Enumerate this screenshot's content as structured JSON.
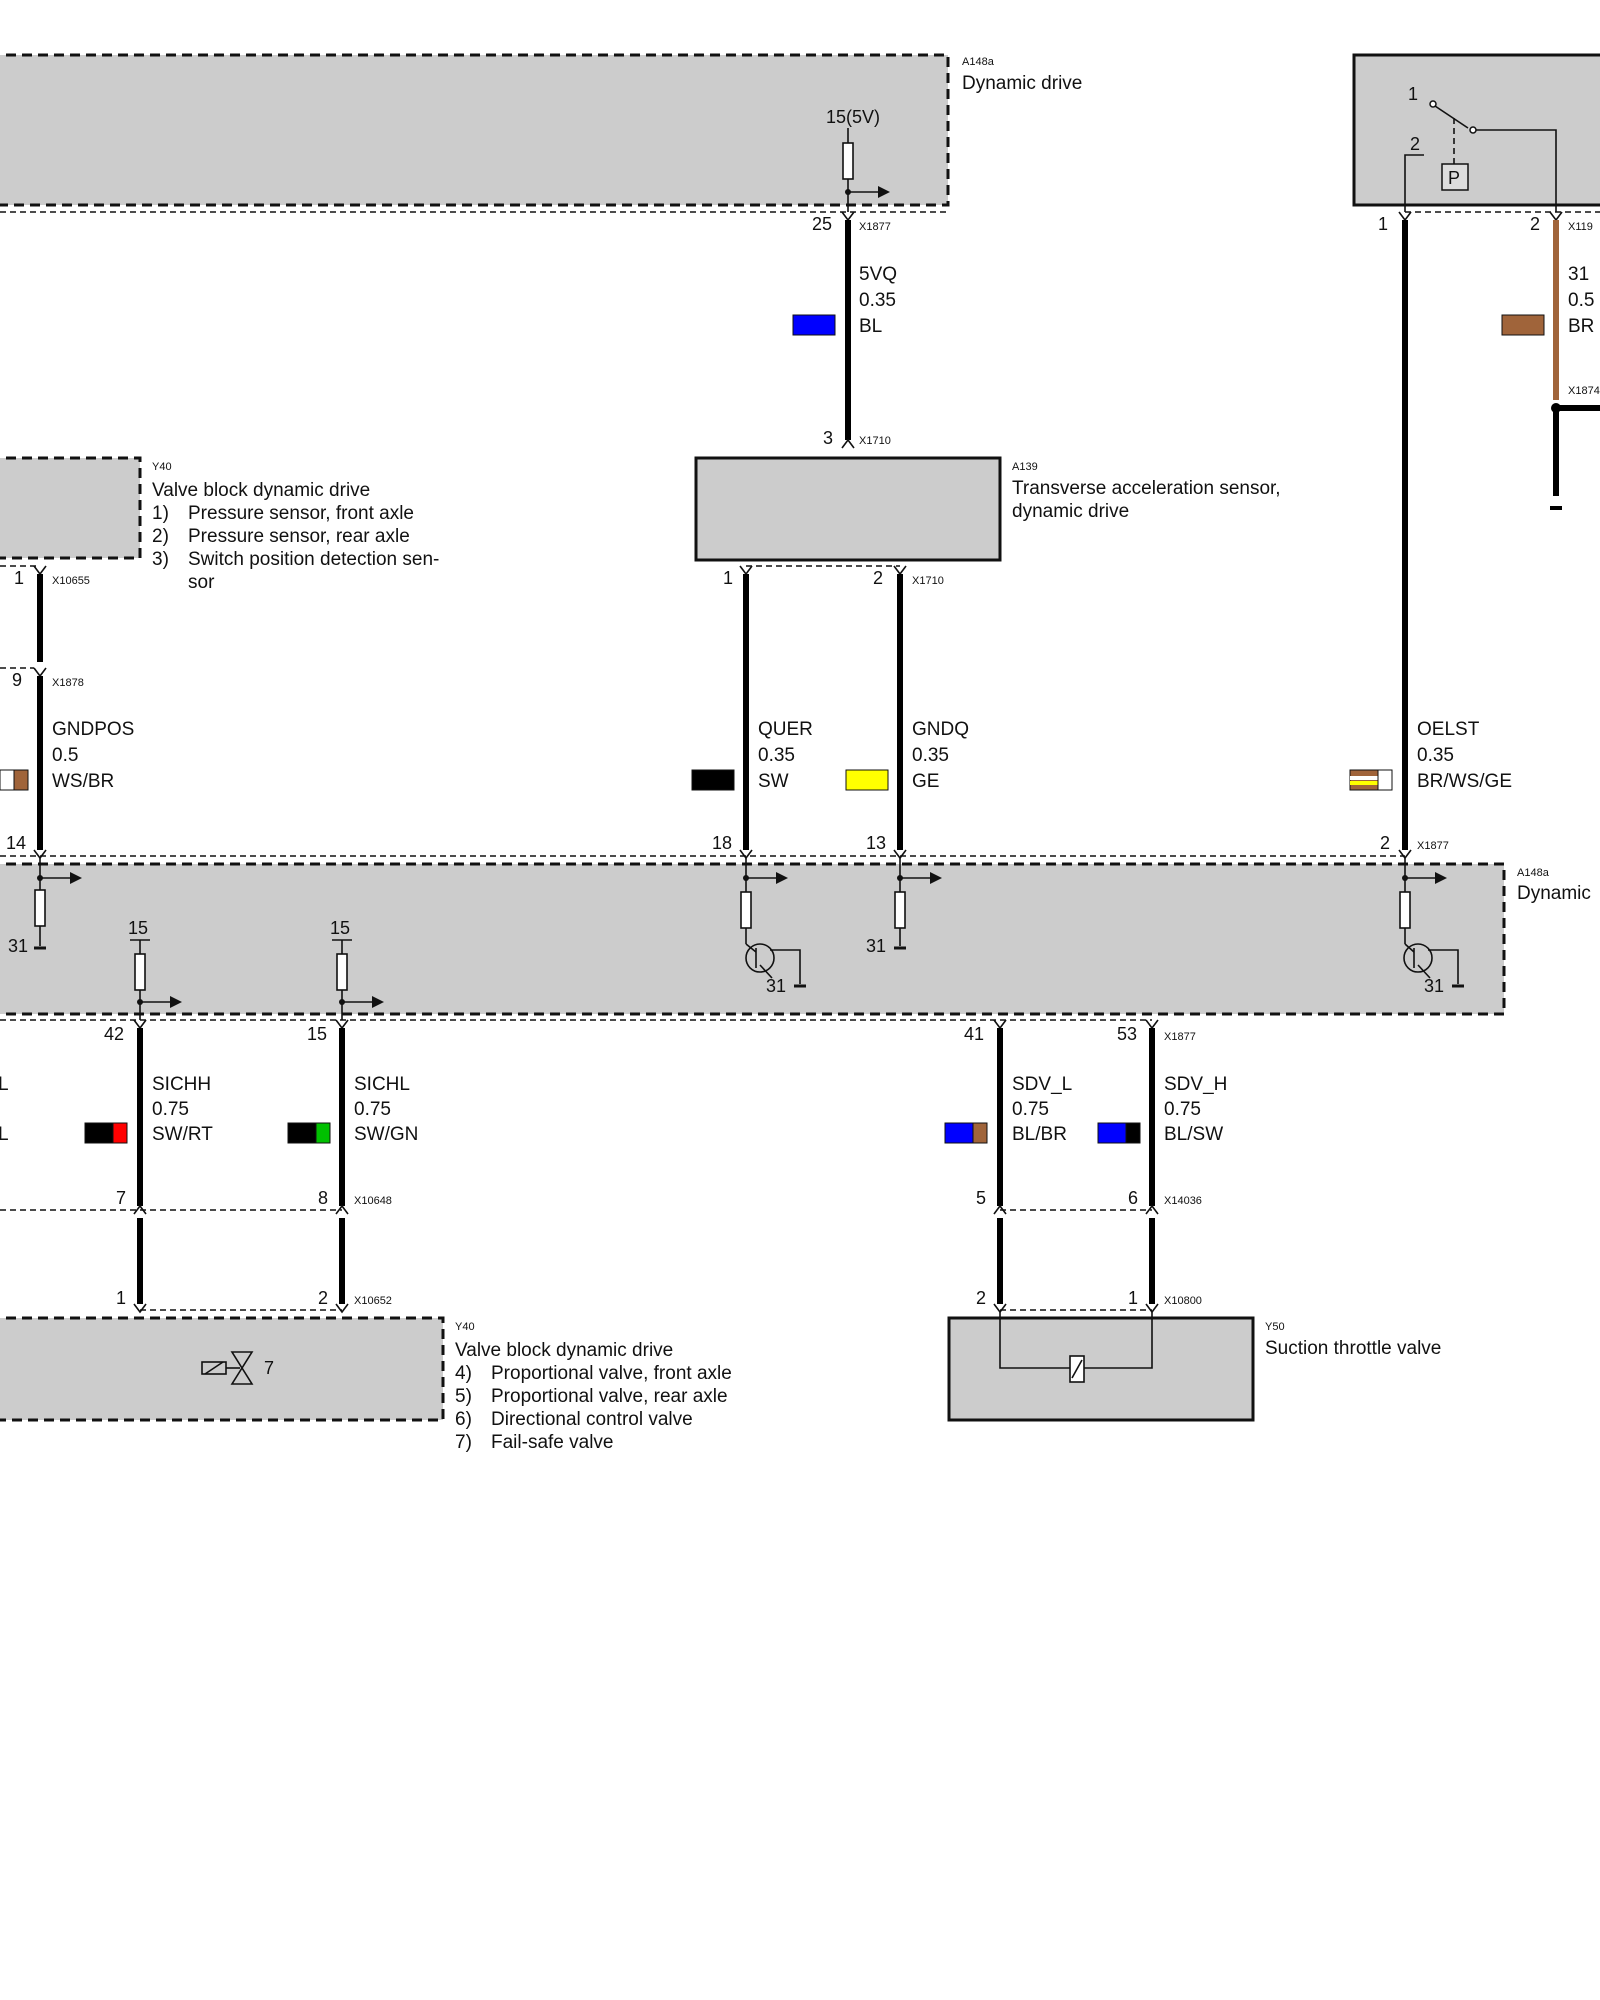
{
  "components": {
    "dme_top": {
      "code": "A148a",
      "name": "Dynamic drive",
      "supply": "15(5V)"
    },
    "valve_block_top": {
      "code": "Y40",
      "name": "Valve block dynamic drive",
      "items": [
        {
          "num": "1)",
          "text": "Pressure sensor, front axle"
        },
        {
          "num": "2)",
          "text": "Pressure sensor, rear axle"
        },
        {
          "num": "3)",
          "text": "Switch position detection sen-"
        },
        {
          "num": "",
          "text": "sor"
        }
      ]
    },
    "transverse": {
      "code": "A139",
      "line1": "Transverse acceleration sensor,",
      "line2": "dynamic drive"
    },
    "ecu_mid": {
      "code": "A148a",
      "name": "Dynamic"
    },
    "valve_block_bottom": {
      "code": "Y40",
      "name": "Valve block dynamic drive",
      "items": [
        {
          "num": "4)",
          "text": "Proportional valve, front axle"
        },
        {
          "num": "5)",
          "text": "Proportional valve, rear axle"
        },
        {
          "num": "6)",
          "text": "Directional control valve"
        },
        {
          "num": "7)",
          "text": "Fail-safe valve"
        }
      ],
      "symbol_num": "7"
    },
    "suction": {
      "code": "Y50",
      "name": "Suction throttle valve"
    },
    "switch_box": {
      "pin1": "1",
      "pin2": "2",
      "p_symbol": "P"
    }
  },
  "connectors": {
    "x1877": "X1877",
    "x1710": "X1710",
    "x10655": "X10655",
    "x1878": "X1878",
    "x119": "X119",
    "x1874": "X1874",
    "x10648": "X10648",
    "x10652": "X10652",
    "x14036": "X14036",
    "x10800": "X10800"
  },
  "pins": {
    "p25": "25",
    "p3": "3",
    "p1_x10655": "1",
    "p9": "9",
    "p14": "14",
    "p1_x1710": "1",
    "p2_x1710": "2",
    "p18": "18",
    "p13": "13",
    "p1_x119": "1",
    "p2_x119": "2",
    "p2_x1877": "2",
    "p42": "42",
    "p15": "15",
    "p41": "41",
    "p53": "53",
    "p7": "7",
    "p8": "8",
    "p5": "5",
    "p6": "6",
    "p1_x10652": "1",
    "p2_x10652": "2",
    "p2_x10800": "2",
    "p1_x10800": "1"
  },
  "ground_labels": {
    "g31": "31",
    "s15": "15"
  },
  "wires": {
    "w5vq": {
      "name": "5VQ",
      "gauge": "0.35",
      "color": "BL"
    },
    "w31": {
      "name": "31",
      "gauge": "0.5",
      "color": "BR"
    },
    "gndpos": {
      "name": "GNDPOS",
      "gauge": "0.5",
      "color": "WS/BR"
    },
    "quer": {
      "name": "QUER",
      "gauge": "0.35",
      "color": "SW"
    },
    "gndq": {
      "name": "GNDQ",
      "gauge": "0.35",
      "color": "GE"
    },
    "oelst": {
      "name": "OELST",
      "gauge": "0.35",
      "color": "BR/WS/GE"
    },
    "sichh": {
      "name": "SICHH",
      "gauge": "0.75",
      "color": "SW/RT"
    },
    "sichl": {
      "name": "SICHL",
      "gauge": "0.75",
      "color": "SW/GN"
    },
    "sdvl": {
      "name": "SDV_L",
      "gauge": "0.75",
      "color": "BL/BR"
    },
    "sdvh": {
      "name": "SDV_H",
      "gauge": "0.75",
      "color": "BL/SW"
    },
    "cut_left_1": "L",
    "cut_left_2": "L"
  },
  "swatch_colors": {
    "blue": "#0000ff",
    "brown": "#a0643a",
    "white": "#ffffff",
    "black": "#000000",
    "yellow": "#ffff00",
    "red": "#ff0000",
    "green": "#00c000"
  }
}
